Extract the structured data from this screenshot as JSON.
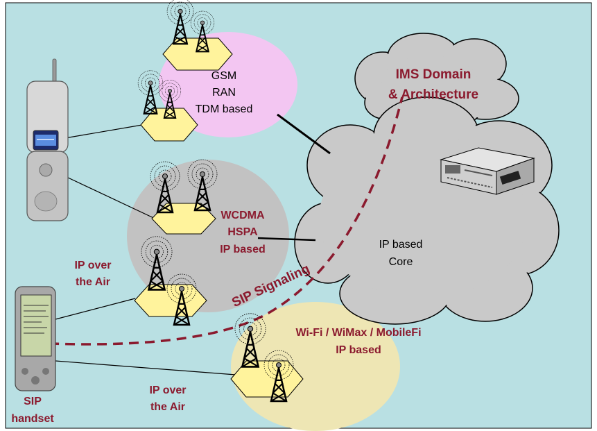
{
  "labels": {
    "gsm_1": "GSM",
    "gsm_2": "RAN",
    "gsm_3": "TDM based",
    "ims_1": "IMS Domain",
    "ims_2": "& Architecture",
    "core_1": "IP based",
    "core_2": "Core",
    "wcdma_1": "WCDMA",
    "wcdma_2": "HSPA",
    "wcdma_3": "IP based",
    "air_top_1": "IP over",
    "air_top_2": "the Air",
    "sip_signaling": "SIP Signaling",
    "wifi_1": "Wi-Fi / WiMax / MobileFi",
    "wifi_2": "IP based",
    "air_bottom_1": "IP over",
    "air_bottom_2": "the Air",
    "handset_1": "SIP",
    "handset_2": "handset"
  },
  "colors": {
    "background": "#B9E0E3",
    "gsm_region": "#F3C6F2",
    "wcdma_region": "#C2C2C2",
    "wifi_region": "#EEE6B4",
    "cloud": "#C9C9C9",
    "accent": "#8B1A2E",
    "tower_base": "#FFF39C"
  },
  "icons": [
    "flip-phone-icon",
    "pda-handset-icon",
    "cell-tower-icon",
    "server-equipment-icon",
    "cloud-icon"
  ]
}
